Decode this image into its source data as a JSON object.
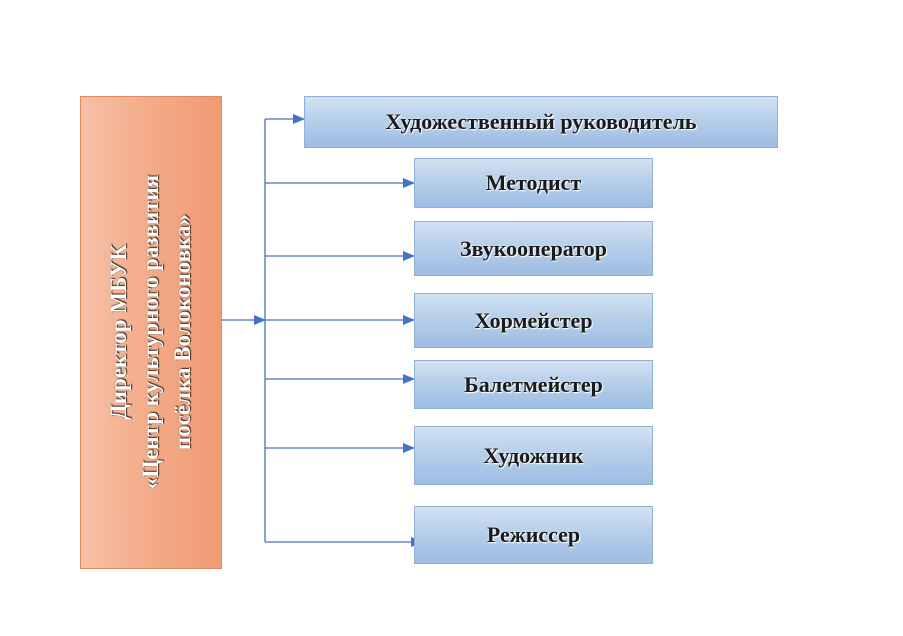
{
  "director": {
    "line1": "Директор МБУК",
    "line2": "«Центр культурного развития",
    "line3": "посёлка Волоконовка»"
  },
  "positions": [
    {
      "label": "Художественный руководитель"
    },
    {
      "label": "Методист"
    },
    {
      "label": "Звукооператор"
    },
    {
      "label": "Хормейстер"
    },
    {
      "label": "Балетмейстер"
    },
    {
      "label": "Художник"
    },
    {
      "label": "Режиссер"
    }
  ],
  "colors": {
    "root_fill": "#f3a985",
    "child_fill": "#b7cfea",
    "connector": "#4472c4"
  }
}
